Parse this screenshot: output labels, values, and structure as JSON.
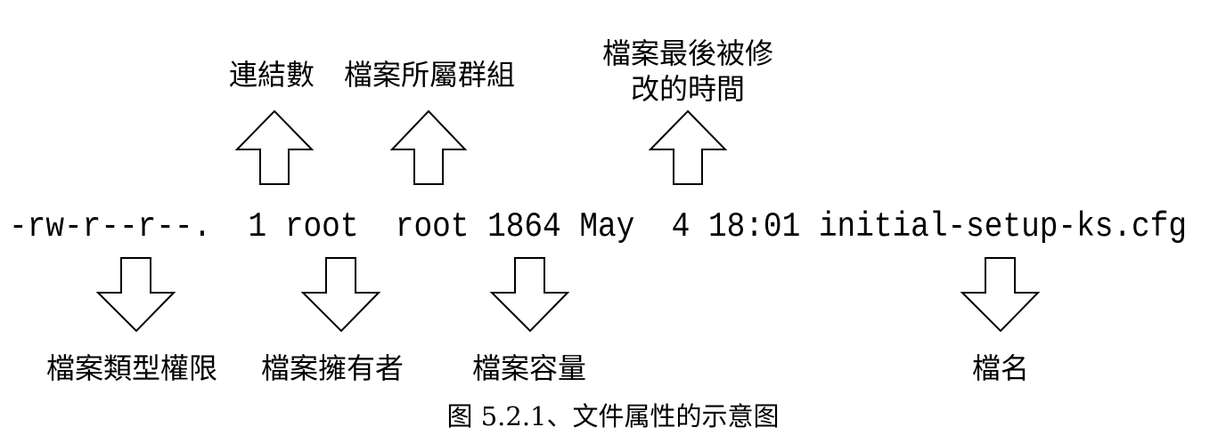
{
  "ls_line": "-rw-r--r--.  1 root  root 1864 May  4 18:01 initial-setup-ks.cfg",
  "labels_top": {
    "link_count": "連結數",
    "group": "檔案所屬群組",
    "mtime_line1": "檔案最後被修",
    "mtime_line2": "改的時間"
  },
  "labels_bottom": {
    "type_perm": "檔案類型權限",
    "owner": "檔案擁有者",
    "size": "檔案容量",
    "filename": "檔名"
  },
  "caption": "图 5.2.1、文件属性的示意图",
  "colors": {
    "stroke": "#000000",
    "arrow_fill": "#ffffff",
    "background": "#ffffff"
  }
}
